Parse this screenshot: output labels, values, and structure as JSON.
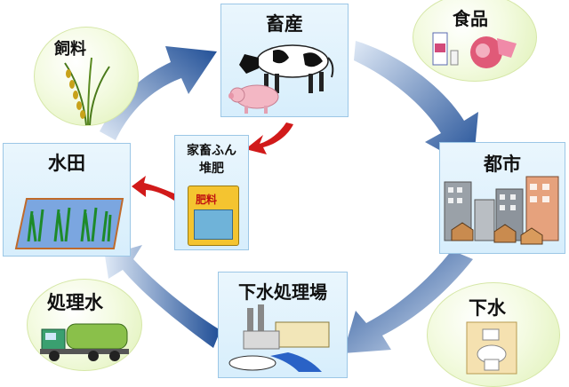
{
  "nodes": {
    "livestock": "畜産",
    "food": "食品",
    "city": "都市",
    "sewage": "下水",
    "treatment_plant": "下水処理場",
    "treated_water": "処理水",
    "paddy": "水田",
    "feed": "飼料",
    "manure_line1": "家畜ふん",
    "manure_line2": "堆肥",
    "fertilizer_bag": "肥料"
  },
  "colors": {
    "flow_arrow": "#1f4e96",
    "manure_arrow": "#d11a1a",
    "box_fill": "#dcf0fc",
    "bubble_fill": "#f1f9da"
  }
}
